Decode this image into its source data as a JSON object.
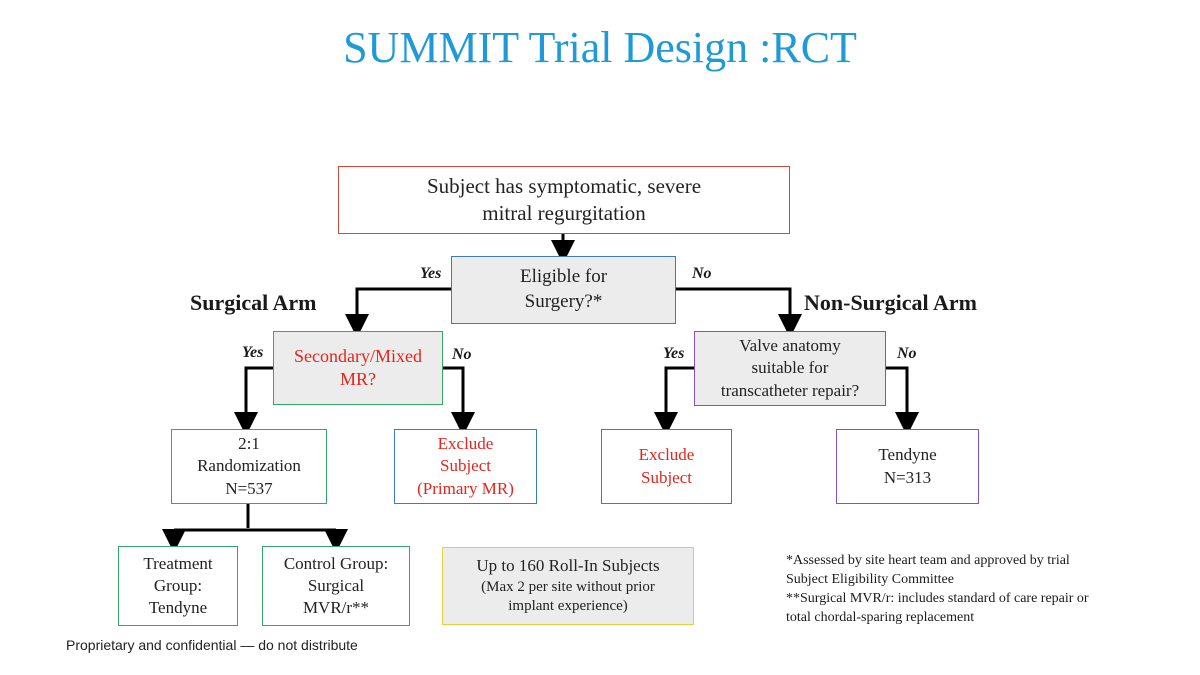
{
  "title": "SUMMIT Trial Design :RCT",
  "boxes": {
    "start": [
      "Subject has symptomatic, severe",
      "mitral regurgitation"
    ],
    "eligible": [
      "Eligible for",
      "Surgery?*"
    ],
    "secondary": [
      "Secondary/Mixed",
      "MR?"
    ],
    "valve": [
      "Valve anatomy",
      "suitable for",
      "transcatheter repair?"
    ],
    "randomization": [
      "2:1",
      "Randomization",
      "N=537"
    ],
    "exclude_primary": [
      "Exclude",
      "Subject",
      "(Primary MR)"
    ],
    "exclude_subject": [
      "Exclude",
      "Subject"
    ],
    "tendyne": [
      "Tendyne",
      "N=313"
    ],
    "treatment": [
      "Treatment",
      "Group:",
      "Tendyne"
    ],
    "control": [
      "Control Group:",
      "Surgical",
      "MVR/r**"
    ],
    "rollin": [
      "Up to 160 Roll-In Subjects",
      "(Max 2 per site without prior",
      "implant experience)"
    ]
  },
  "labels": {
    "yes": "Yes",
    "no": "No",
    "surgical_arm": "Surgical Arm",
    "non_surgical_arm": "Non-Surgical Arm"
  },
  "notes": [
    "*Assessed by site heart team and approved by trial",
    "Subject Eligibility Committee",
    "**Surgical MVR/r: includes standard of care repair or",
    "total chordal-sparing replacement"
  ],
  "footer": "Proprietary and confidential — do not distribute",
  "colors": {
    "title": "#1f9ad6",
    "highlight_text": "#e2261c",
    "red_border": "#d04a3c",
    "blue_border": "#3a7dbd",
    "green_border": "#33a86a",
    "purple_border": "#8a52b8",
    "rollin_border": "#e6cf3c",
    "rollin_fill": "#ececec"
  }
}
